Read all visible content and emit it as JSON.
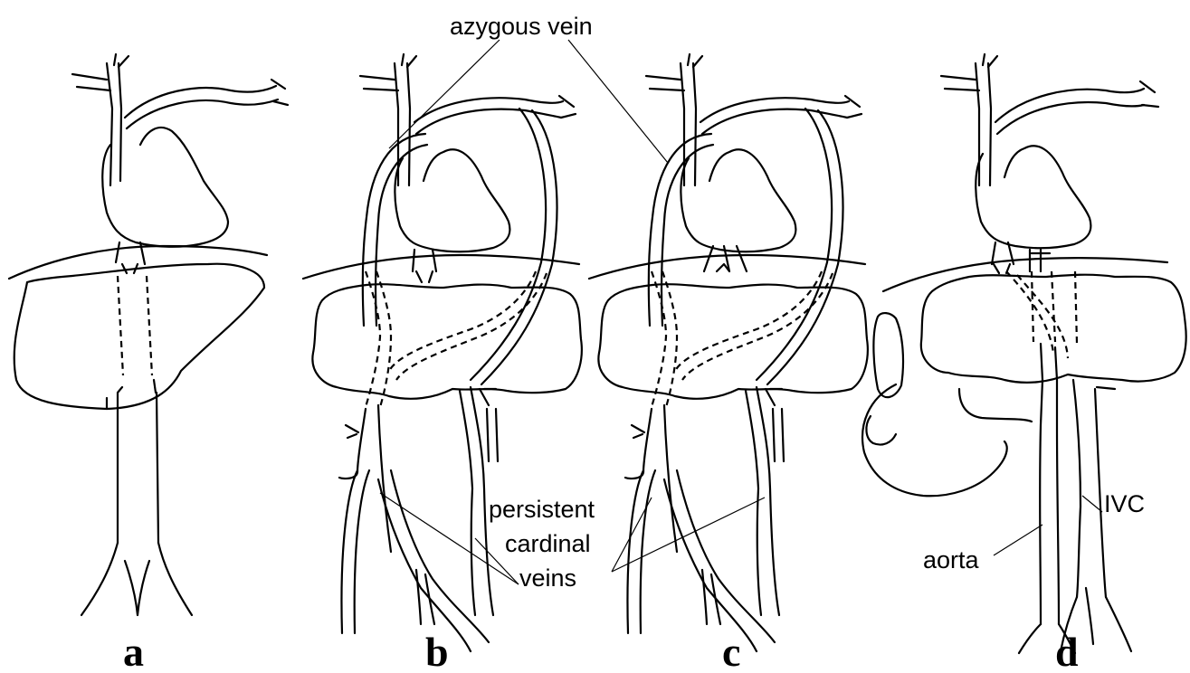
{
  "labels": {
    "azygous_vein": "azygous vein",
    "persistent": "persistent",
    "cardinal": "cardinal",
    "veins": "veins",
    "ivc": "IVC",
    "aorta": "aorta"
  },
  "panels": {
    "a": "a",
    "b": "b",
    "c": "c",
    "d": "d"
  }
}
